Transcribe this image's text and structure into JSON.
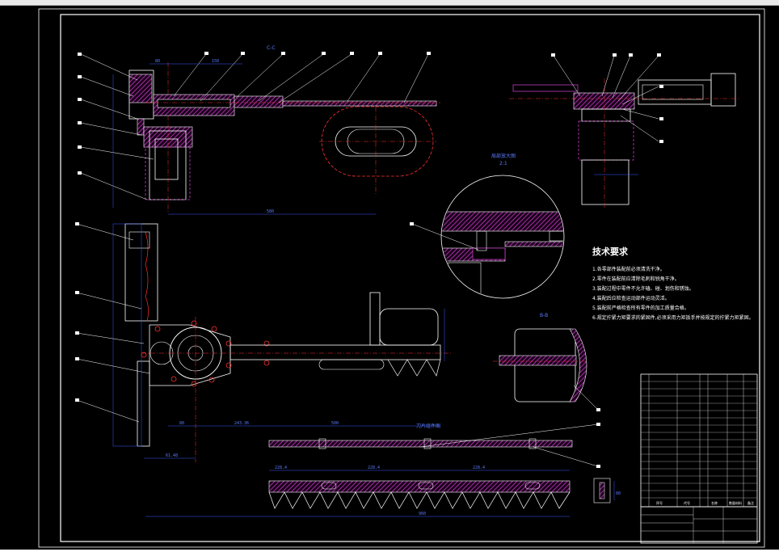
{
  "technical_requirements": {
    "title": "技术要求",
    "items": [
      "1.各零部件装配前必须清洗干净。",
      "2.零件在装配前应清除毛刺和锐角干净。",
      "3.装配过程中零件不允许磕、碰、划伤和锈蚀。",
      "4.装配后应检查运动部件运动灵活。",
      "5.装配前严格检查所有零件的加工质量合格。",
      "6.规定拧紧力矩要求的紧固件,必须采用力矩扳手并按规定的拧紧力矩紧固。"
    ]
  },
  "section_labels": {
    "top_section": "C-C",
    "detail_title": "局部放大图",
    "detail_scale": "2:1",
    "side_section": "B-B",
    "blade_title": "刀片组件图"
  },
  "dimensions": {
    "d1": "80",
    "d2": "150",
    "d3": "580",
    "d4": "80",
    "d5": "243.36",
    "d6": "500",
    "d7": "61.48",
    "d8": "228.4",
    "d9": "228.4",
    "d10": "228.4",
    "d11": "960",
    "d12": "80"
  },
  "colors": {
    "background": "#000000",
    "outline": "#ffffff",
    "hatch": "#c43bc4",
    "center_line": "#ff3030",
    "dimension": "#3b5bff",
    "accent": "#00e5ff"
  },
  "title_block": {
    "cells": [
      "序号",
      "代号",
      "名称",
      "数量",
      "材料",
      "备注"
    ]
  }
}
